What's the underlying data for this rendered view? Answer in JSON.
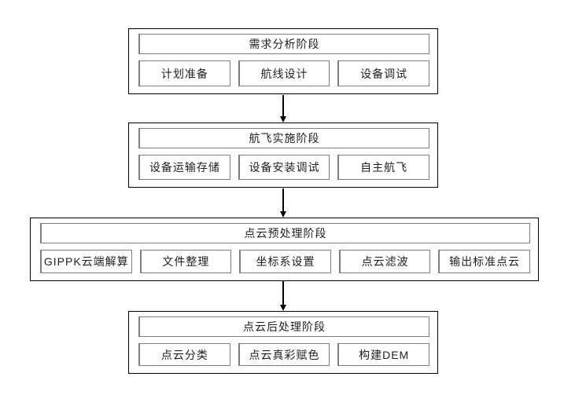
{
  "diagram": {
    "type": "flowchart",
    "orientation": "top-down",
    "colors": {
      "background": "#ffffff",
      "outer_box_border": "#000000",
      "inner_box_border": "#7f7f7f",
      "arrow": "#000000",
      "text": "#1f1f1f"
    },
    "stages": [
      {
        "header": "需求分析阶段",
        "tasks": [
          "计划准备",
          "航线设计",
          "设备调试"
        ]
      },
      {
        "header": "航飞实施阶段",
        "tasks": [
          "设备运输存储",
          "设备安装调试",
          "自主航飞"
        ]
      },
      {
        "header": "点云预处理阶段",
        "tasks": [
          "GIPPK云端解算",
          "文件整理",
          "坐标系设置",
          "点云滤波",
          "输出标准点云"
        ]
      },
      {
        "header": "点云后处理阶段",
        "tasks": [
          "点云分类",
          "点云真彩赋色",
          "构建DEM"
        ]
      }
    ],
    "connectors": [
      {
        "from": "需求分析阶段",
        "to": "航飞实施阶段",
        "type": "arrow-down"
      },
      {
        "from": "航飞实施阶段",
        "to": "点云预处理阶段",
        "type": "arrow-down"
      },
      {
        "from": "点云预处理阶段",
        "to": "点云后处理阶段",
        "type": "arrow-down"
      }
    ]
  }
}
